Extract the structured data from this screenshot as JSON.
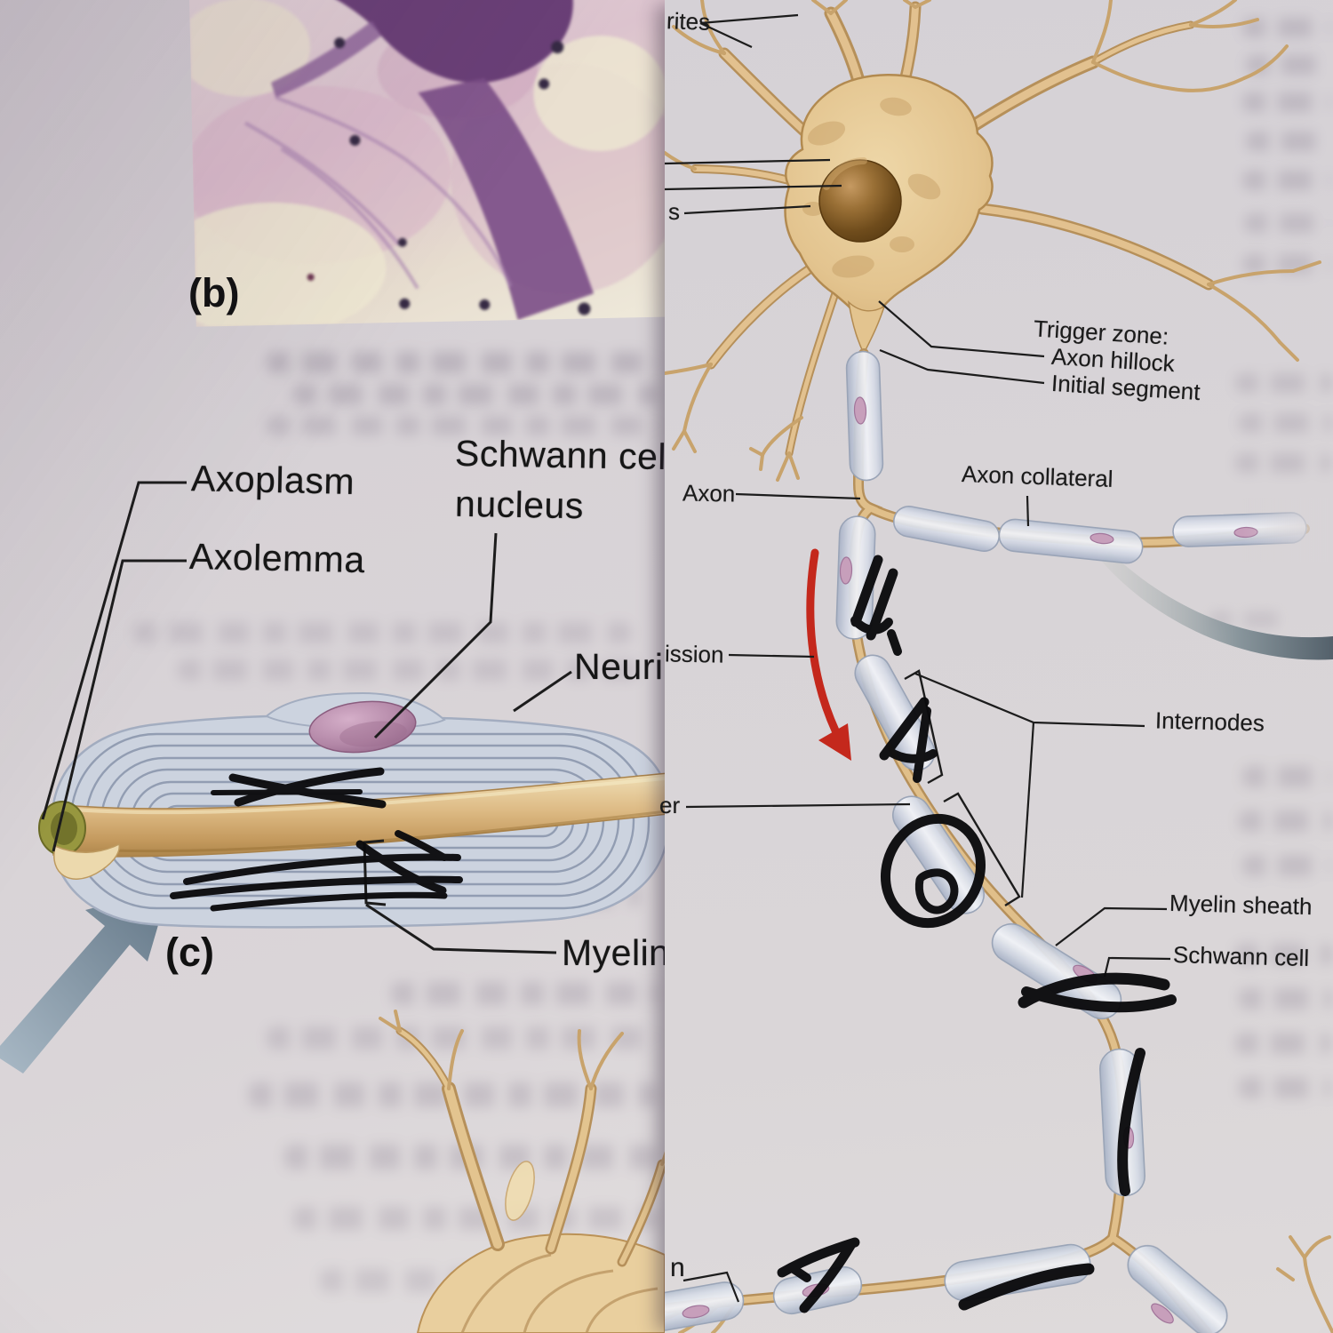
{
  "page_left": {
    "panel_b_tag": "(b)",
    "panel_c_tag": "(c)",
    "labels": {
      "axoplasm": "Axoplasm",
      "axolemma": "Axolemma",
      "schwann_cell_nucleus_line1": "Schwann cel",
      "schwann_cell_nucleus_line2": "nucleus",
      "neurilemma_cut": "Neuril",
      "myelin_cut": "Myelin"
    }
  },
  "page_right": {
    "labels": {
      "dendrites_cut": "rites",
      "nucleolus_cut": "s",
      "trigger_zone": "Trigger zone:",
      "axon_hillock": "Axon hillock",
      "initial_segment": "Initial segment",
      "axon": "Axon",
      "axon_collateral": "Axon collateral",
      "impulse_transmission_cut": "ission",
      "internodes": "Internodes",
      "node_of_ranvier_cut": "er",
      "myelin_sheath": "Myelin sheath",
      "schwann_cell": "Schwann cell",
      "unlabeled_cut": "n"
    }
  },
  "colors": {
    "paper_left": "#d6d1d5",
    "paper_right": "#d8d4d7",
    "myelin_sheath_blue": "#cdd3df",
    "axon_tan": "#ddbb82",
    "soma_tan": "#e6c893",
    "neuron_nucleus_brown": "#6f4c1c",
    "schwann_nucleus_mauve": "#b286a6",
    "impulse_arrow_red": "#c4281c",
    "pen_ink_black": "#0d0d0f",
    "micrograph_purple": "#6a3f77",
    "steel_arrow_gray": "#6b8094"
  }
}
